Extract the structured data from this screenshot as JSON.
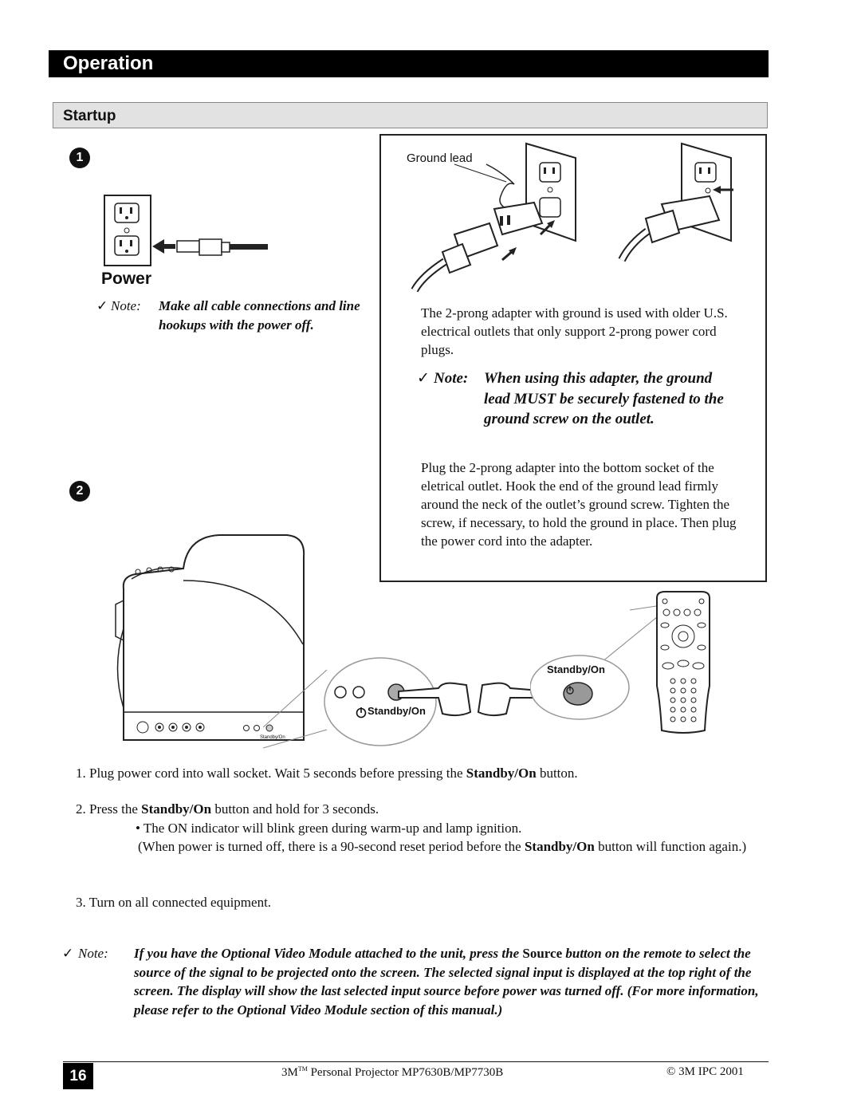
{
  "section_title": "Operation",
  "subsection_title": "Startup",
  "step1_marker": "1",
  "step2_marker": "2",
  "power_heading": "Power",
  "note_power": {
    "check": "✓",
    "label": "Note:",
    "text": "Make all cable connections and line hookups with the  power off."
  },
  "ground_lead_label": "Ground lead",
  "adapter_description": "The 2-prong adapter with ground is used with older U.S. electrical outlets that only support 2-prong power cord plugs.",
  "note_adapter": {
    "check": "✓",
    "label": "Note:",
    "text": "When using this adapter, the ground lead MUST be securely fastened to the ground screw on the outlet."
  },
  "plug_instructions": "Plug the 2-prong adapter into the bottom socket of the eletrical outlet. Hook the end of the ground lead firmly around the neck of the outlet’s ground screw. Tighten the screw, if necessary, to hold the ground in place. Then plug the power cord into the adapter.",
  "standby_label_remote": "Standby/On",
  "standby_label_panel": "Standby/On",
  "standby_label_small": "Standby/On",
  "steps": {
    "s1_prefix": "1. Plug power cord into wall socket. Wait 5 seconds before pressing the ",
    "s1_bold": "Standby/On",
    "s1_suffix": " button.",
    "s2_prefix": "2. Press the ",
    "s2_bold": "Standby/On",
    "s2_suffix": " button and hold for 3 seconds.",
    "s2_bullet": "• The ON indicator will blink green during warm-up and lamp ignition.",
    "s2_paren_prefix": "(When power is turned off, there is a 90-second reset period before the ",
    "s2_paren_bold": "Standby/On",
    "s2_paren_suffix": " button will function again.)",
    "s3": "3. Turn on all connected equipment."
  },
  "note_video": {
    "check": "✓",
    "label": "Note:",
    "text_a": "If you have the Optional Video Module attached to the unit, press the ",
    "text_source": "Source",
    "text_b": " button on the remote to select the source of the signal to be projected onto the screen. The selected signal input is displayed at the top right of the screen. The display will show the last selected input source before power was turned off. (For more information, please refer to the Optional Video Module section of this manual.)"
  },
  "footer": {
    "page_number": "16",
    "product_prefix": "3M",
    "product_tm": "TM",
    "product_suffix": " Personal Projector MP7630B/MP7730B",
    "copyright": "© 3M IPC 2001"
  }
}
